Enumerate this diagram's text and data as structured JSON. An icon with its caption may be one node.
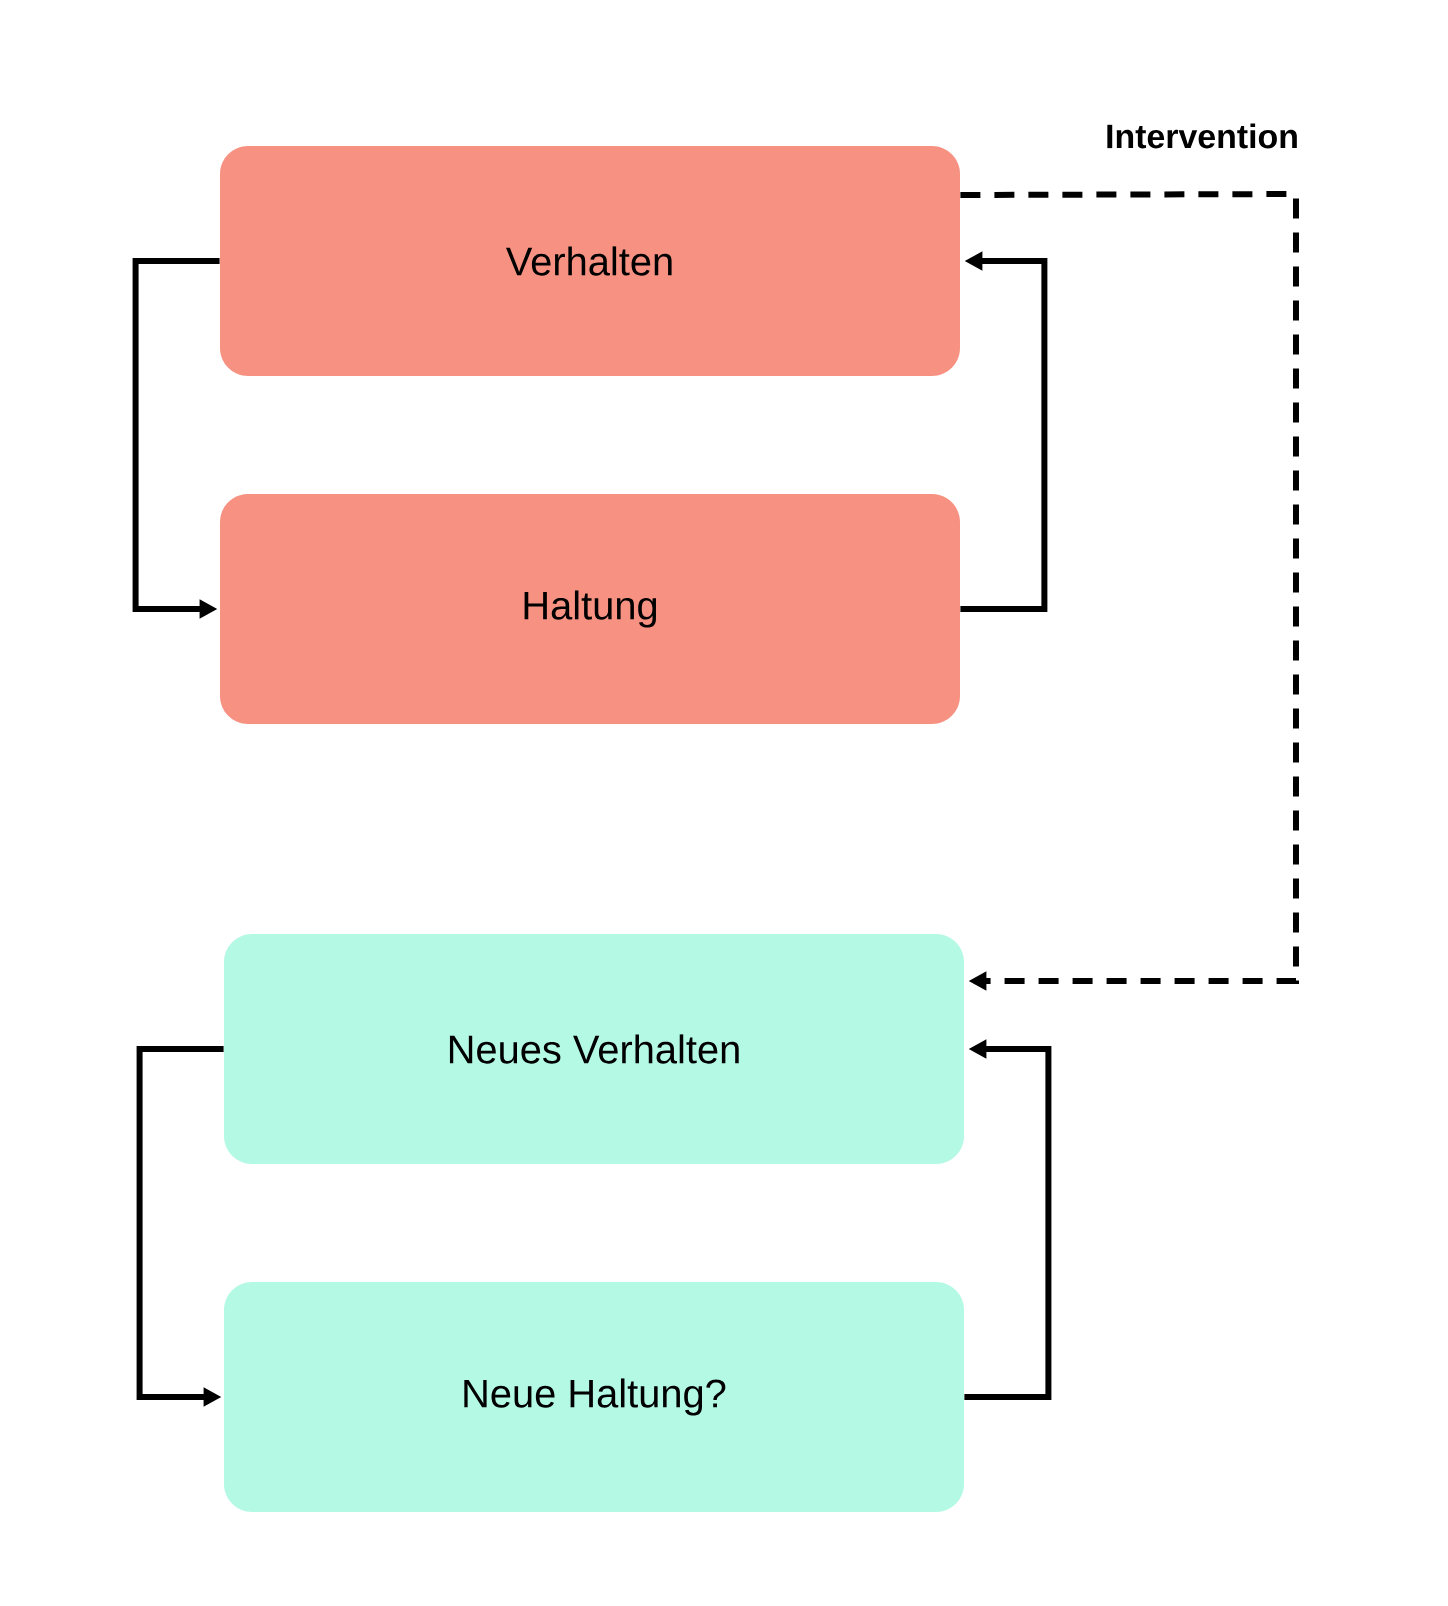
{
  "diagram": {
    "nodes": [
      {
        "text": [
          "Verhalten"
        ]
      },
      {
        "text": [
          "Haltung"
        ]
      },
      {
        "text": [
          "Neues Verhalten"
        ]
      },
      {
        "text": [
          "Neue Haltung?"
        ]
      }
    ],
    "edges": [
      {
        "from": 0,
        "to": 1,
        "arrow": "to"
      },
      {
        "from": 1,
        "to": 0,
        "arrow": "to"
      },
      {
        "from": 2,
        "to": 3,
        "arrow": "to"
      },
      {
        "from": 3,
        "to": 2,
        "arrow": "to"
      },
      {
        "from": 0,
        "to": 2,
        "arrow": "to",
        "style": "dashed",
        "label": "Intervention"
      }
    ]
  }
}
